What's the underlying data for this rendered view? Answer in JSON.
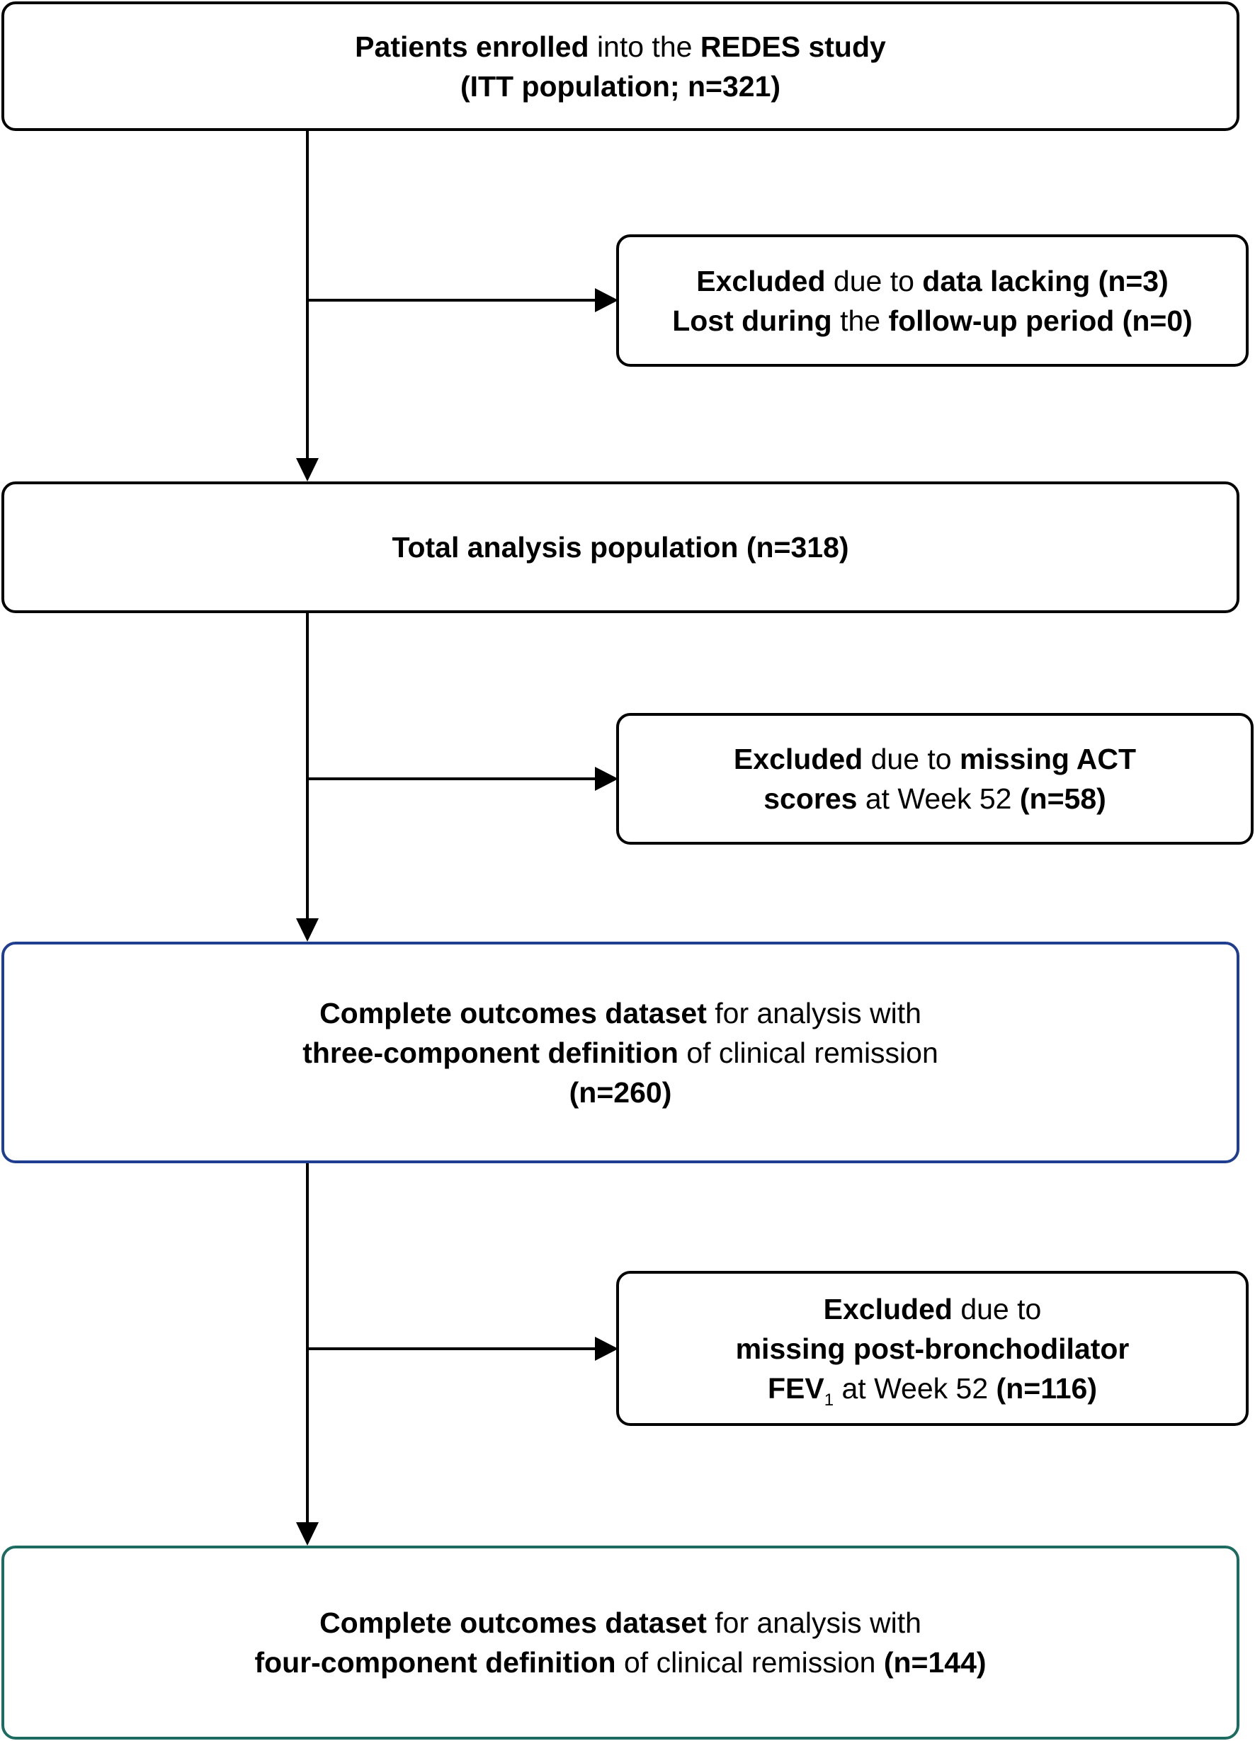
{
  "boxes": {
    "enrolled": {
      "lines": [
        [
          {
            "t": "Patients enrolled",
            "b": true
          },
          {
            "t": " into the ",
            "b": false
          },
          {
            "t": "REDES study",
            "b": true
          }
        ],
        [
          {
            "t": "(ITT population; n=321)",
            "b": true
          }
        ]
      ]
    },
    "excluded_1": {
      "lines": [
        [
          {
            "t": "Excluded",
            "b": true
          },
          {
            "t": " due to ",
            "b": false
          },
          {
            "t": "data lacking (n=3)",
            "b": true
          }
        ],
        [
          {
            "t": "Lost during",
            "b": true
          },
          {
            "t": " the ",
            "b": false
          },
          {
            "t": "follow-up period (n=0)",
            "b": true
          }
        ]
      ]
    },
    "total_analysis": {
      "lines": [
        [
          {
            "t": "Total analysis population (n=318)",
            "b": true
          }
        ]
      ]
    },
    "excluded_2": {
      "lines": [
        [
          {
            "t": "Excluded",
            "b": true
          },
          {
            "t": " due to ",
            "b": false
          },
          {
            "t": "missing ACT",
            "b": true
          }
        ],
        [
          {
            "t": "scores",
            "b": true
          },
          {
            "t": " at Week 52 ",
            "b": false
          },
          {
            "t": "(n=58)",
            "b": true
          }
        ]
      ]
    },
    "three_component": {
      "lines": [
        [
          {
            "t": "Complete outcomes dataset",
            "b": true
          },
          {
            "t": " for analysis with",
            "b": false
          }
        ],
        [
          {
            "t": "three-component definition",
            "b": true
          },
          {
            "t": " of clinical remission",
            "b": false
          }
        ],
        [
          {
            "t": "(n=260)",
            "b": true
          }
        ]
      ]
    },
    "excluded_3": {
      "lines": [
        [
          {
            "t": "Excluded",
            "b": true
          },
          {
            "t": " due to",
            "b": false
          }
        ],
        [
          {
            "t": "missing post-bronchodilator",
            "b": true
          }
        ],
        [
          {
            "t": "FEV",
            "b": true
          },
          {
            "t": "1",
            "b": true,
            "sub": true
          },
          {
            "t": " at Week 52 ",
            "b": false
          },
          {
            "t": "(n=116)",
            "b": true
          }
        ]
      ]
    },
    "four_component": {
      "lines": [
        [
          {
            "t": "Complete outcomes dataset",
            "b": true
          },
          {
            "t": " for analysis with",
            "b": false
          }
        ],
        [
          {
            "t": "four-component definition",
            "b": true
          },
          {
            "t": " of clinical remission ",
            "b": false
          },
          {
            "t": "(n=144)",
            "b": true
          }
        ]
      ]
    }
  },
  "colors": {
    "line": "#000000",
    "three_component_border": "#1f3e8f",
    "four_component_border": "#1c6b60"
  }
}
